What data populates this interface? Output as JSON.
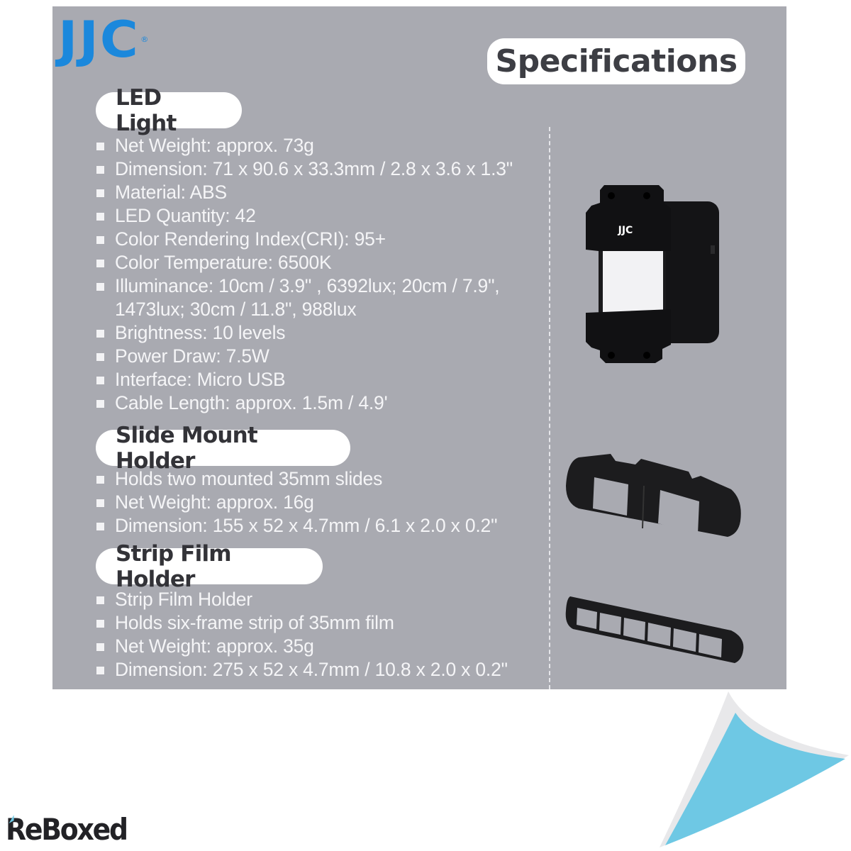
{
  "brand": {
    "logo_text": "JJC",
    "registered": "®",
    "color": "#1b88dc"
  },
  "title": "Specifications",
  "divider": "dashed",
  "sections": [
    {
      "heading": "LED Light",
      "items": [
        "Net Weight: approx. 73g",
        "Dimension: 71 x 90.6 x 33.3mm / 2.8 x 3.6 x 1.3\"",
        "Material: ABS",
        "LED Quantity: 42",
        "Color Rendering Index(CRI): 95+",
        "Color Temperature: 6500K",
        "Illuminance: 10cm / 3.9\" , 6392lux; 20cm / 7.9\",",
        "Brightness: 10 levels",
        "Power Draw: 7.5W",
        "Interface: Micro USB",
        "Cable Length: approx. 1.5m / 4.9'"
      ],
      "illuminance_continuation": "1473lux; 30cm / 11.8\", 988lux"
    },
    {
      "heading": "Slide Mount Holder",
      "items": [
        "Holds two mounted 35mm slides",
        "Net Weight: approx. 16g",
        "Dimension: 155 x 52 x 4.7mm / 6.1 x 2.0 x 0.2\""
      ]
    },
    {
      "heading": "Strip Film Holder",
      "items": [
        "Strip Film Holder",
        "Holds six-frame strip of 35mm film",
        "Net Weight: approx. 35g",
        "Dimension: 275 x 52 x 4.7mm / 10.8 x 2.0 x 0.2\""
      ]
    }
  ],
  "product_images": [
    {
      "name": "led-light-panel",
      "logo_text": "JJC"
    },
    {
      "name": "slide-mount-holder",
      "frames": 2
    },
    {
      "name": "strip-film-holder",
      "frames": 6
    }
  ],
  "footer": {
    "watermark": "ReBoxed",
    "curl_color": "#6ec8e4"
  }
}
